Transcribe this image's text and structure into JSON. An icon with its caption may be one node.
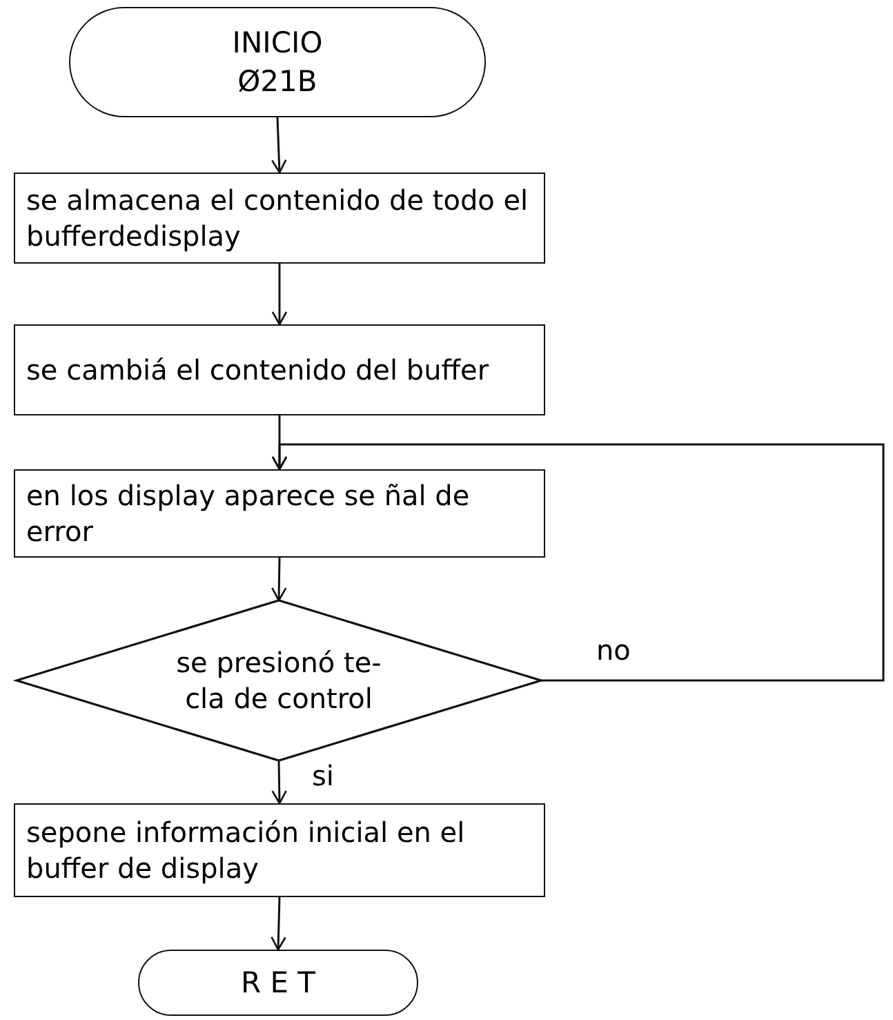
{
  "diagram": {
    "nodes": [
      {
        "text": [
          "INICIO",
          "Ø21B"
        ]
      },
      {
        "text": [
          "se almacena el contenido de todo el bufferdedisplay"
        ]
      },
      {
        "text": [
          "se cambiá el contenido del buffer"
        ]
      },
      {
        "text": [
          "en los display aparece se ñal de error"
        ]
      },
      {
        "text": [
          "se presionó te- cla de control"
        ]
      },
      {
        "text": [
          "sepone información inicial en el buffer de display"
        ]
      },
      {
        "text": [
          "R E T"
        ]
      }
    ],
    "edges": [
      {
        "from": 0,
        "to": 1,
        "arrow": "to"
      },
      {
        "from": 1,
        "to": 2,
        "arrow": "to"
      },
      {
        "from": 2,
        "to": 3,
        "arrow": "to"
      },
      {
        "from": 3,
        "to": 4,
        "arrow": "to"
      },
      {
        "from": 4,
        "to": 5,
        "arrow": "to",
        "label": "si"
      },
      {
        "from": 4,
        "to": 3,
        "arrow": "to",
        "label": "no"
      },
      {
        "from": 5,
        "to": 6,
        "arrow": "to"
      }
    ]
  }
}
